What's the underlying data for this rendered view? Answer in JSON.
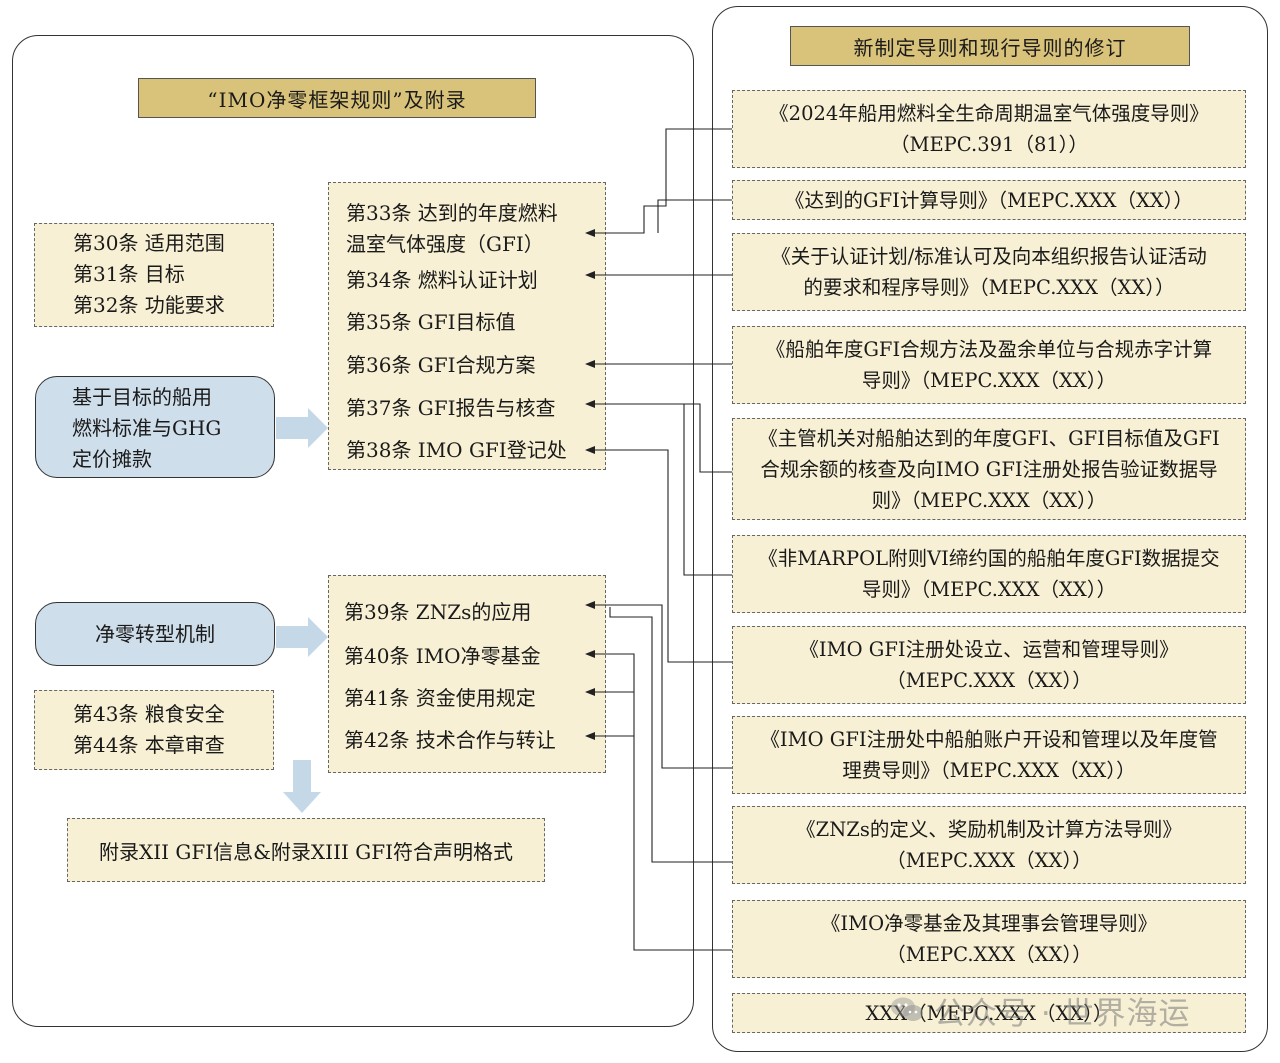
{
  "left": {
    "title": "“IMO净零框架规则”及附录",
    "general_articles": [
      "第30条  适用范围",
      "第31条  目标",
      "第32条  功能要求"
    ],
    "mechanism_fuel": [
      "基于目标的船用",
      "燃料标准与GHG",
      "定价摊款"
    ],
    "mechanism_transition": "净零转型机制",
    "fuel_articles": [
      "第33条  达到的年度燃料",
      "温室气体强度（GFI）",
      "第34条  燃料认证计划",
      "第35条  GFI目标值",
      "第36条  GFI合规方案",
      "第37条  GFI报告与核查",
      "第38条  IMO GFI登记处"
    ],
    "transition_articles": [
      "第39条  ZNZs的应用",
      "第40条  IMO净零基金",
      "第41条  资金使用规定",
      "第42条  技术合作与转让"
    ],
    "other_articles": [
      "第43条  粮食安全",
      "第44条  本章审查"
    ],
    "appendix": "附录XII   GFI信息&附录XIII   GFI符合声明格式"
  },
  "right": {
    "title": "新制定导则和现行导则的修订",
    "guidelines": [
      [
        "《2024年船用燃料全生命周期温室气体强度导则》",
        "（MEPC.391（81））"
      ],
      [
        "《达到的GFI计算导则》（MEPC.XXX（XX））"
      ],
      [
        "《关于认证计划/标准认可及向本组织报告认证活动",
        "的要求和程序导则》（MEPC.XXX（XX））"
      ],
      [
        "《船舶年度GFI合规方法及盈余单位与合规赤字计算",
        "导则》（MEPC.XXX（XX））"
      ],
      [
        "《主管机关对船舶达到的年度GFI、GFI目标值及GFI",
        "合规余额的核查及向IMO GFI注册处报告验证数据导",
        "则》（MEPC.XXX（XX））"
      ],
      [
        "《非MARPOL附则VI缔约国的船舶年度GFI数据提交",
        "导则》（MEPC.XXX（XX））"
      ],
      [
        "《IMO  GFI注册处设立、运营和管理导则》",
        "（MEPC.XXX（XX））"
      ],
      [
        "《IMO  GFI注册处中船舶账户开设和管理以及年度管",
        "理费导则》（MEPC.XXX（XX））"
      ],
      [
        "《ZNZs的定义、奖励机制及计算方法导则》",
        "（MEPC.XXX（XX））"
      ],
      [
        "《IMO净零基金及其理事会管理导则》",
        "（MEPC.XXX（XX））"
      ],
      [
        "XXX（MEPC.XXX（XX））"
      ]
    ]
  },
  "watermark": "公众号 · 世界海运",
  "colors": {
    "title_fill": "#d9c37a",
    "box_fill": "#f7f0d4",
    "mechanism_fill": "#cfdeeb",
    "arrow_fill": "#c5d8e8"
  }
}
